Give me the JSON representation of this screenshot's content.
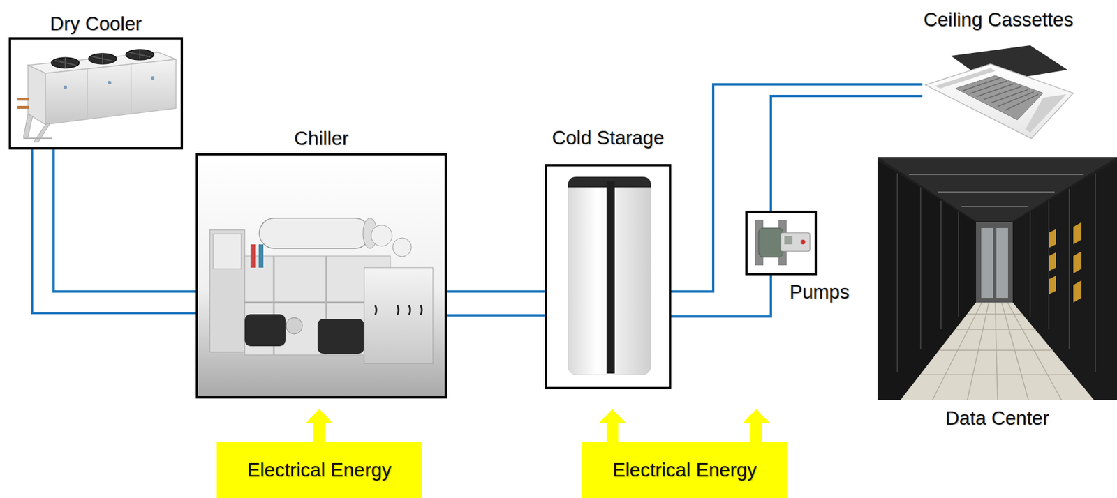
{
  "diagram": {
    "nodes": [
      {
        "text": [
          "Dry Cooler"
        ]
      },
      {
        "text": [
          "Chiller"
        ]
      },
      {
        "text": [
          "Cold Starage"
        ]
      },
      {
        "text": [
          "Pumps"
        ]
      },
      {
        "text": [
          "Ceiling Cassettes"
        ]
      },
      {
        "text": [
          "Data Center"
        ]
      },
      {
        "text": [
          "Electrical Energy"
        ]
      },
      {
        "text": [
          "Electrical Energy"
        ]
      }
    ],
    "edges": [
      {
        "from": 0,
        "to": 1,
        "arrow": "none"
      },
      {
        "from": 0,
        "to": 1,
        "arrow": "none"
      },
      {
        "from": 1,
        "to": 2,
        "arrow": "none"
      },
      {
        "from": 1,
        "to": 2,
        "arrow": "none"
      },
      {
        "from": 2,
        "to": 4,
        "arrow": "none"
      },
      {
        "from": 2,
        "to": 3,
        "arrow": "none"
      },
      {
        "from": 3,
        "to": 4,
        "arrow": "none"
      },
      {
        "from": 6,
        "to": 1,
        "arrow": "to"
      },
      {
        "from": 7,
        "to": 2,
        "arrow": "to"
      },
      {
        "from": 7,
        "to": 3,
        "arrow": "to"
      }
    ]
  }
}
